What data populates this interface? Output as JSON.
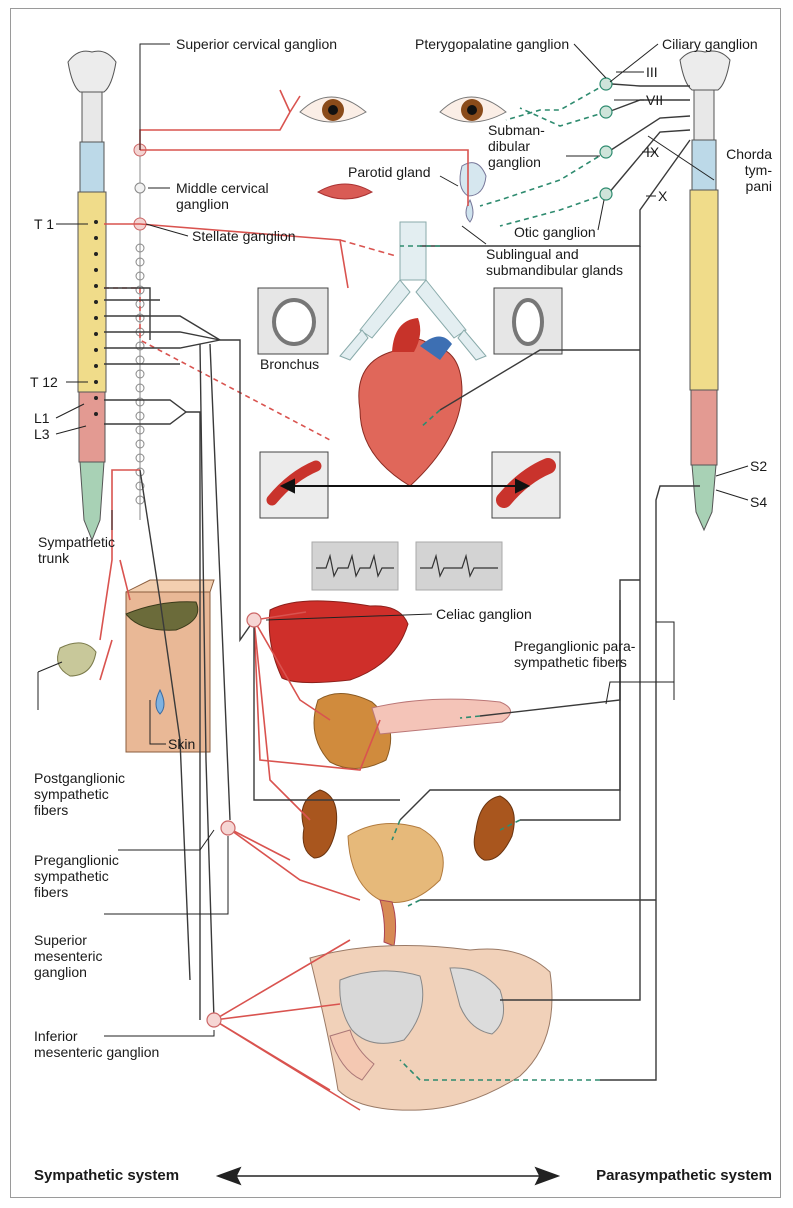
{
  "colors": {
    "sympathetic": "#d9534f",
    "parasympathetic": "#2e8b6f",
    "nerve": "#3a3a3a",
    "cord_cervical": "#bcd9e8",
    "cord_thoracic": "#f0dc8a",
    "cord_lumbar": "#e39a92",
    "cord_sacral": "#a8d1b5",
    "organ_red": "#c9332c",
    "organ_brown": "#a9561e",
    "panel_gray": "#d9d9d9"
  },
  "labels": {
    "superior_cervical_ganglion": "Superior cervical ganglion",
    "pterygopalatine_ganglion": "Pterygopalatine ganglion",
    "ciliary_ganglion": "Ciliary ganglion",
    "nerve_iii": "III",
    "nerve_vii": "VII",
    "nerve_ix": "IX",
    "nerve_x": "X",
    "submandibular_ganglion": "Subman-\ndibular\nganglion",
    "chorda_tympani": "Chorda\ntym-\npani",
    "parotid_gland": "Parotid gland",
    "middle_cervical_ganglion": "Middle cervical\nganglion",
    "t1": "T 1",
    "stellate_ganglion": "Stellate ganglion",
    "otic_ganglion": "Otic ganglion",
    "sublingual_glands": "Sublingual and\nsubmandibular glands",
    "bronchus": "Bronchus",
    "t12": "T 12",
    "l1": "L1",
    "l3": "L3",
    "s2": "S2",
    "s4": "S4",
    "sympathetic_trunk": "Sympathetic\ntrunk",
    "celiac_ganglion": "Celiac ganglion",
    "preganglionic_para": "Preganglionic para-\nsympathetic fibers",
    "skin": "Skin",
    "postganglionic_symp": "Postganglionic\nsympathetic\nfibers",
    "preganglionic_symp": "Preganglionic\nsympathetic\nfibers",
    "superior_mesenteric_ganglion": "Superior\nmesenteric\nganglion",
    "inferior_mesenteric_ganglion": "Inferior\nmesenteric ganglion",
    "sympathetic_system": "Sympathetic system",
    "parasympathetic_system": "Parasympathetic system"
  }
}
